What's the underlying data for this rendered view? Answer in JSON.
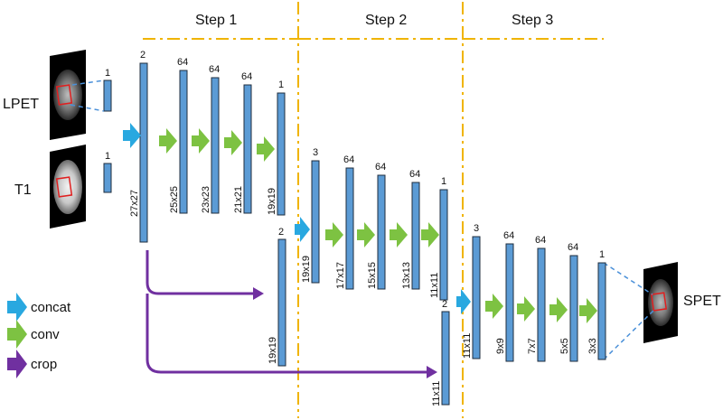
{
  "steps": [
    "Step 1",
    "Step 2",
    "Step 3"
  ],
  "inputs": {
    "lpet": "LPET",
    "t1": "T1"
  },
  "output": {
    "spet": "SPET"
  },
  "input_channels": {
    "lpet": "1",
    "t1": "1"
  },
  "step1": {
    "channels": [
      "2",
      "64",
      "64",
      "64",
      "1"
    ],
    "sizes": [
      "27x27",
      "25x25",
      "23x23",
      "21x21",
      "19x19"
    ],
    "crop": {
      "channel": "2",
      "size": "19x19"
    }
  },
  "step2": {
    "channels": [
      "3",
      "64",
      "64",
      "64",
      "1"
    ],
    "sizes": [
      "19x19",
      "17x17",
      "15x15",
      "13x13",
      "11x11"
    ],
    "crop": {
      "channel": "2",
      "size": "11x11"
    }
  },
  "step3": {
    "channels": [
      "3",
      "64",
      "64",
      "64",
      "1"
    ],
    "sizes": [
      "11x11",
      "9x9",
      "7x7",
      "5x5",
      "3x3"
    ]
  },
  "legend": [
    {
      "label": "concat",
      "color": "#29a8e0",
      "icon": "concat-arrow-icon"
    },
    {
      "label": "conv",
      "color": "#7dc242",
      "icon": "conv-arrow-icon"
    },
    {
      "label": "crop",
      "color": "#7030a0",
      "icon": "crop-arrow-icon"
    }
  ]
}
